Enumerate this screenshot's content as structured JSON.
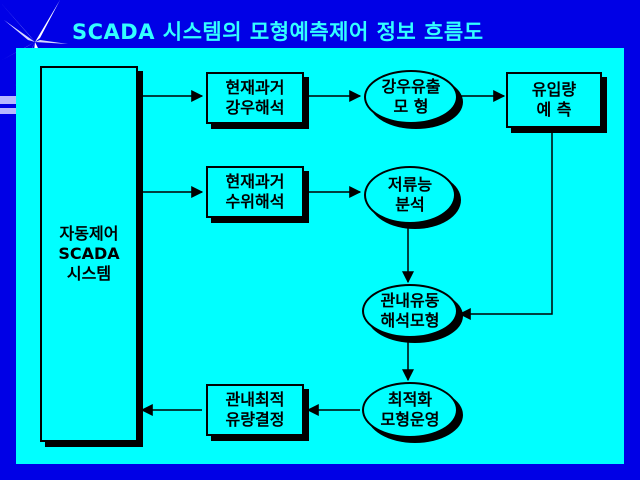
{
  "title": "SCADA  시스템의 모형예측제어 정보 흐름도",
  "colors": {
    "background": "#0000e6",
    "panel": "#00ffff",
    "title": "#33ffff",
    "stripe": "#b8b8ff",
    "line": "#000000"
  },
  "nodes": {
    "scada": "자동제어\nSCADA\n시스템",
    "rain_analysis": "현재과거\n강우해석",
    "runoff_model": "강우유출\n모 형",
    "inflow_forecast": "유입량\n예 측",
    "level_analysis": "현재과거\n수위해석",
    "storage_analysis": "저류능\n분석",
    "pipe_flow_model": "관내유동\n해석모형",
    "optimization": "최적화\n모형운영",
    "flow_decision": "관내최적\n유량결정"
  }
}
